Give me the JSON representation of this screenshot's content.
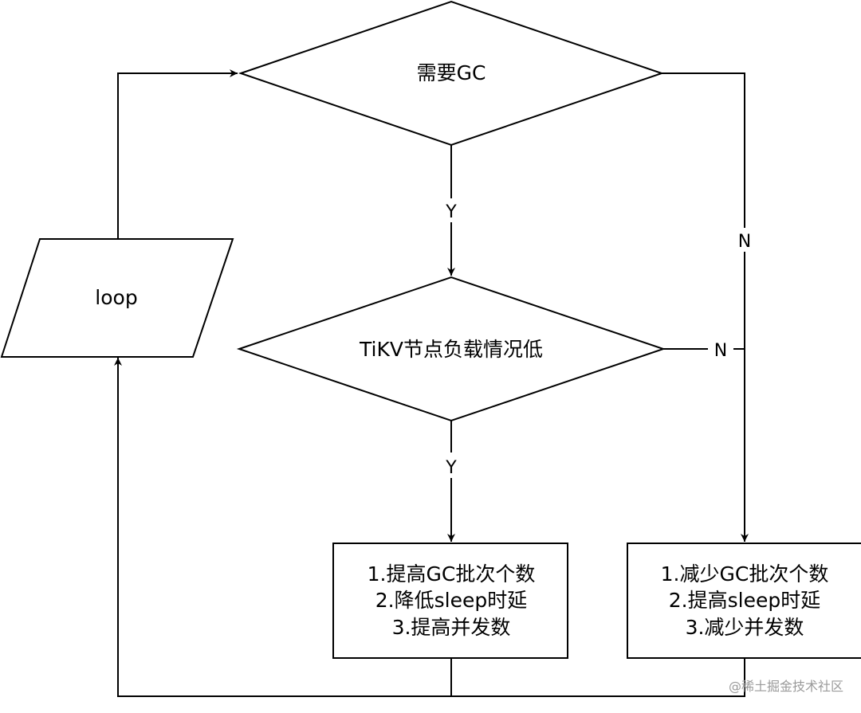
{
  "nodes": {
    "need_gc": "需要GC",
    "loop": "loop",
    "tikv_low": "TiKV节点负载情况低",
    "box_left": [
      "1.提高GC批次个数",
      "2.降低sleep时延",
      "3.提高并发数"
    ],
    "box_right": [
      "1.减少GC批次个数",
      "2.提高sleep时延",
      "3.减少并发数"
    ]
  },
  "edges": {
    "y1": "Y",
    "y2": "Y",
    "n1": "N",
    "n2": "N"
  },
  "watermark": "@稀土掘金技术社区"
}
